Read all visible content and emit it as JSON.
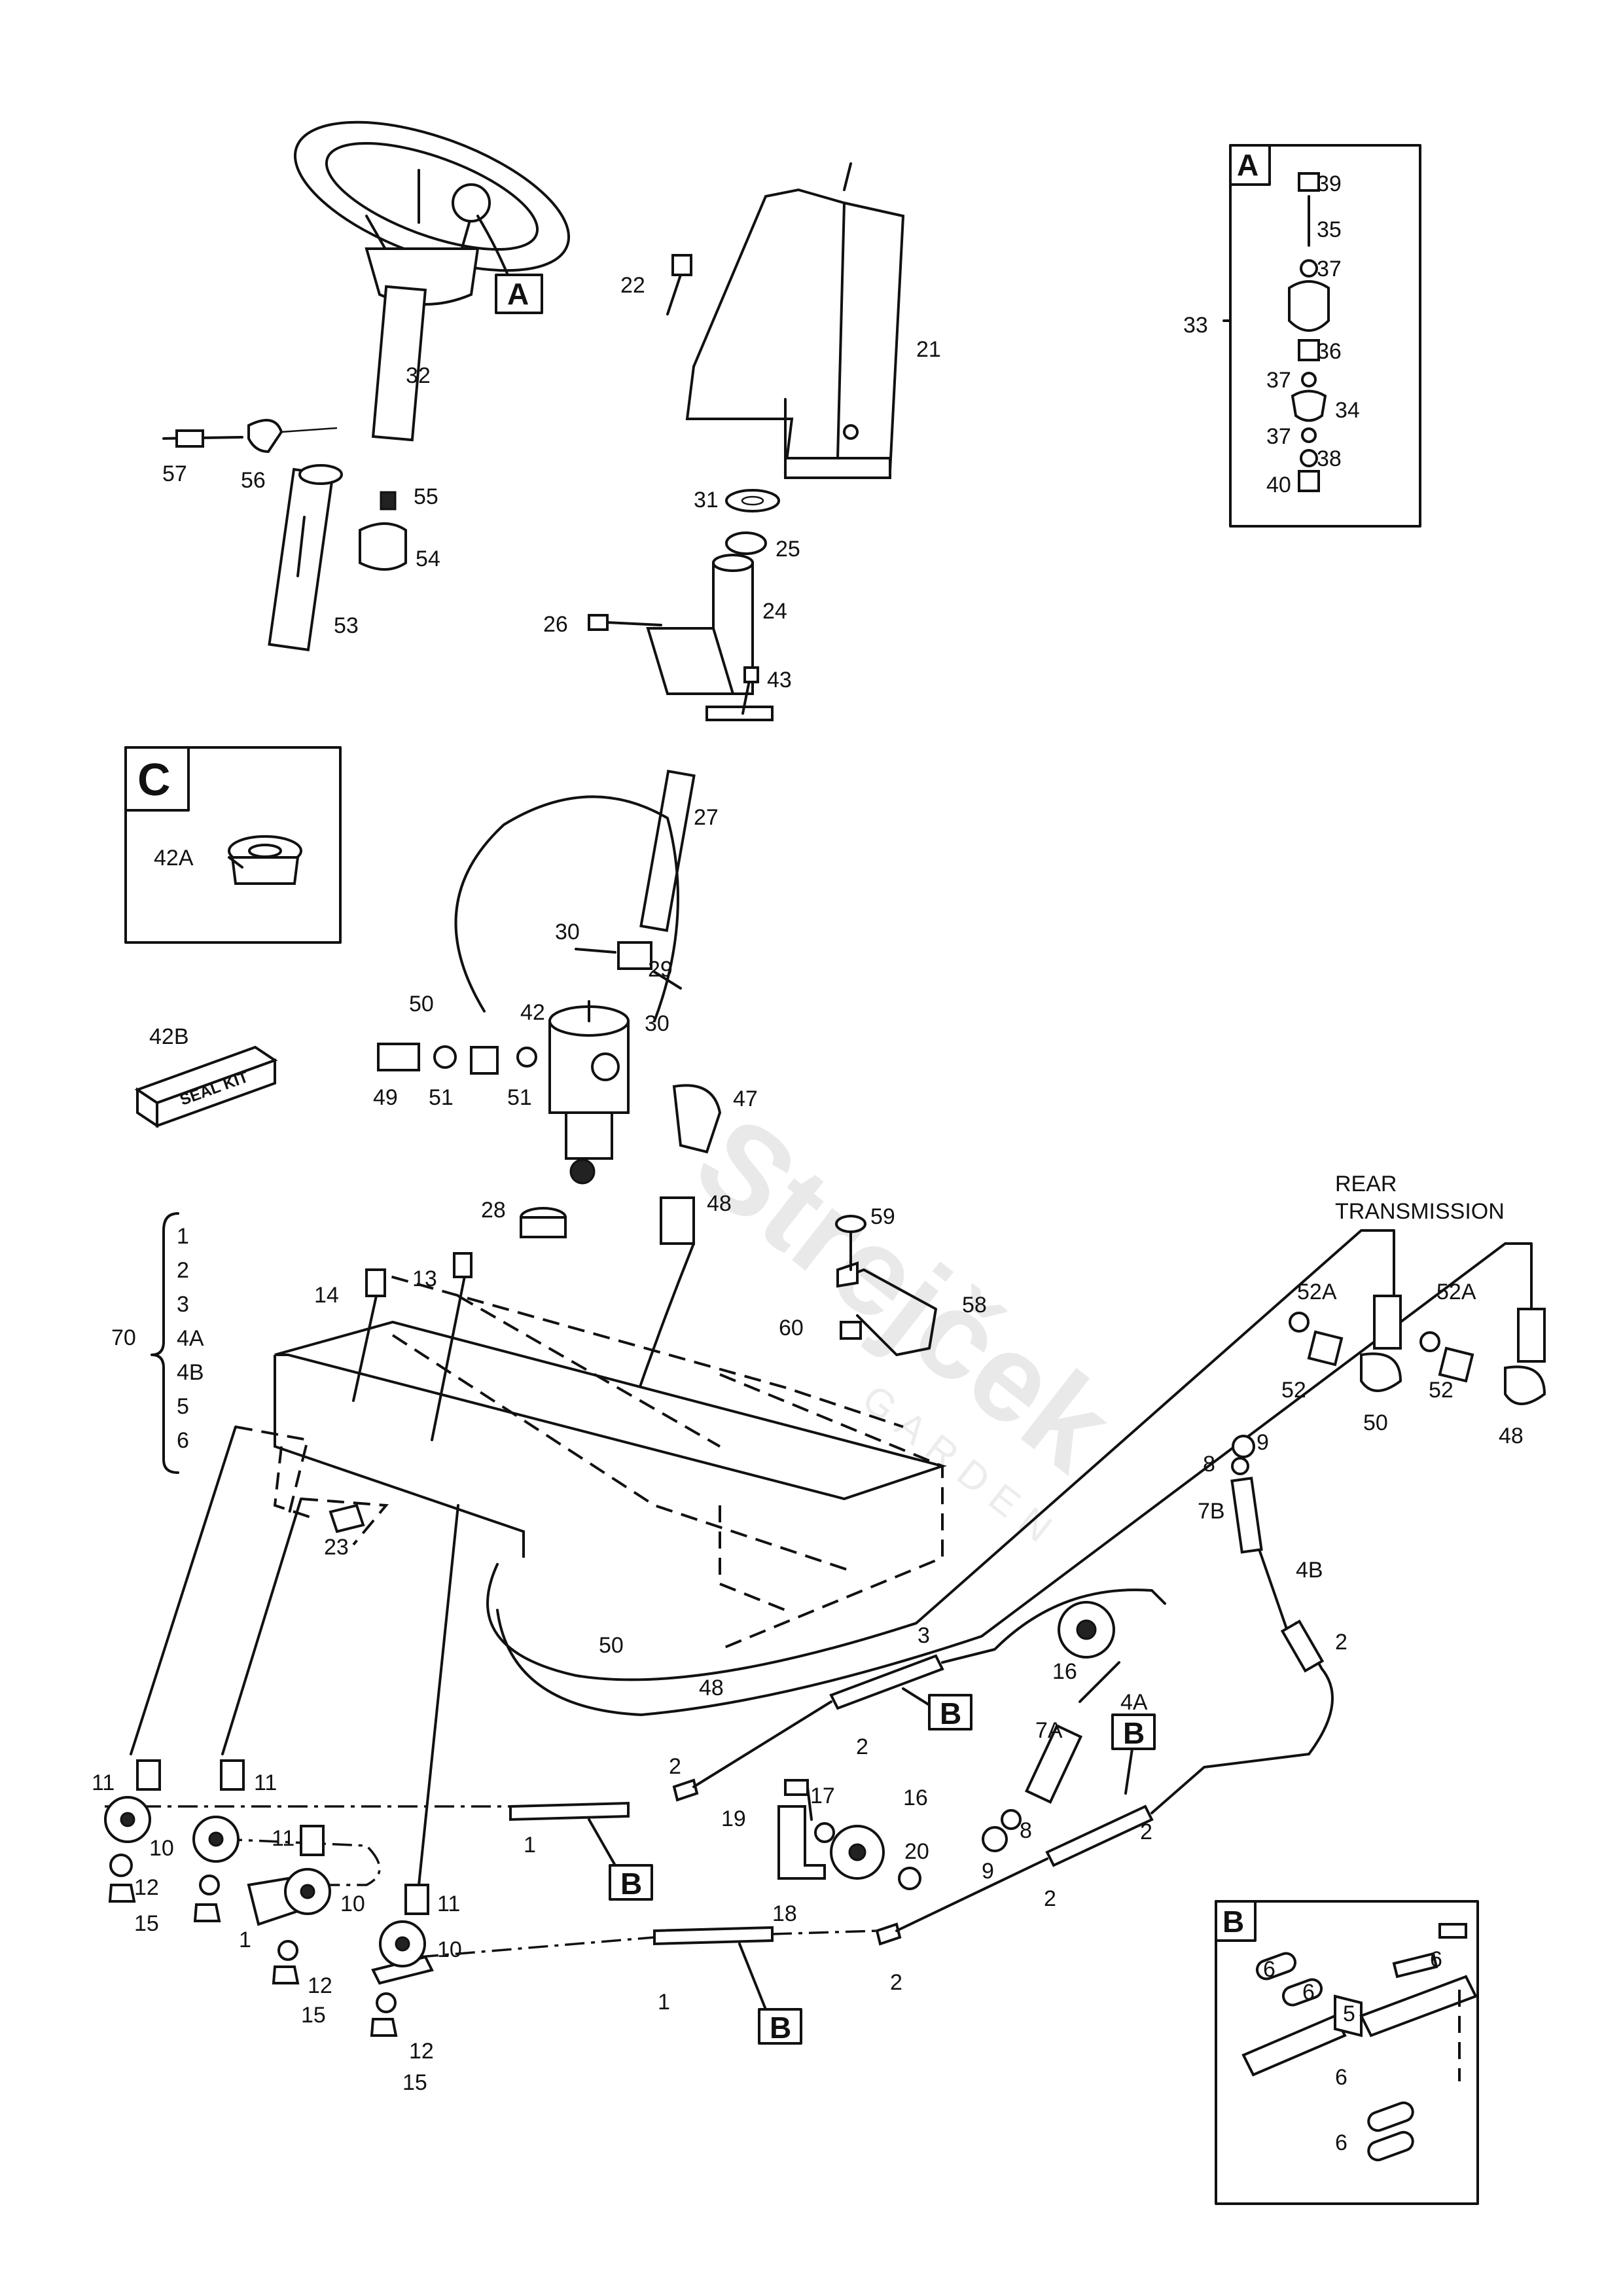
{
  "watermark": {
    "brand": "Strejček",
    "sub": "GARDEN"
  },
  "callouts": {
    "a_top": "A",
    "a_box": "A",
    "b_box": "B",
    "c_box": "C",
    "b1": "B",
    "b2": "B",
    "b3": "B",
    "b4": "B"
  },
  "rear_transmission": [
    "REAR",
    "TRANSMISSION"
  ],
  "seal_kit": "SEAL KIT",
  "group70": {
    "label": "70",
    "items": [
      "1",
      "2",
      "3",
      "4A",
      "4B",
      "5",
      "6"
    ]
  },
  "labels": {
    "l1_a": "1",
    "l1_b": "1",
    "l1_c": "1",
    "l2_a": "2",
    "l2_b": "2",
    "l2_c": "2",
    "l2_d": "2",
    "l2_e": "2",
    "l2_f": "2",
    "l3": "3",
    "l4a": "4A",
    "l4b": "4B",
    "l5_b": "5",
    "l6_b1": "6",
    "l6_b2": "6",
    "l6_b3": "6",
    "l6_b4": "6",
    "l6_b5": "6",
    "l7a": "7A",
    "l7b": "7B",
    "l8_a": "8",
    "l8_b": "8",
    "l9_a": "9",
    "l9_b": "9",
    "l10_a": "10",
    "l10_b": "10",
    "l10_c": "10",
    "l11_a": "11",
    "l11_b": "11",
    "l11_c": "11",
    "l11_d": "11",
    "l12_a": "12",
    "l12_b": "12",
    "l12_c": "12",
    "l13": "13",
    "l14": "14",
    "l15_a": "15",
    "l15_b": "15",
    "l15_c": "15",
    "l16_a": "16",
    "l16_b": "16",
    "l17": "17",
    "l18": "18",
    "l19": "19",
    "l20": "20",
    "l21": "21",
    "l22": "22",
    "l23": "23",
    "l24": "24",
    "l25": "25",
    "l26": "26",
    "l27": "27",
    "l28": "28",
    "l29": "29",
    "l30_a": "30",
    "l30_b": "30",
    "l31": "31",
    "l32": "32",
    "l33": "33",
    "l34": "34",
    "l35": "35",
    "l36": "36",
    "l37_a": "37",
    "l37_b": "37",
    "l37_c": "37",
    "l38": "38",
    "l39": "39",
    "l40": "40",
    "l42": "42",
    "l42a": "42A",
    "l42b": "42B",
    "l43": "43",
    "l47": "47",
    "l48_a": "48",
    "l48_b": "48",
    "l48_c": "48",
    "l49": "49",
    "l50_a": "50",
    "l50_b": "50",
    "l50_c": "50",
    "l51_a": "51",
    "l51_b": "51",
    "l52_a": "52",
    "l52_b": "52",
    "l52a_a": "52A",
    "l52a_b": "52A",
    "l53": "53",
    "l54": "54",
    "l55": "55",
    "l56": "56",
    "l57": "57",
    "l58": "58",
    "l59": "59",
    "l60": "60"
  }
}
